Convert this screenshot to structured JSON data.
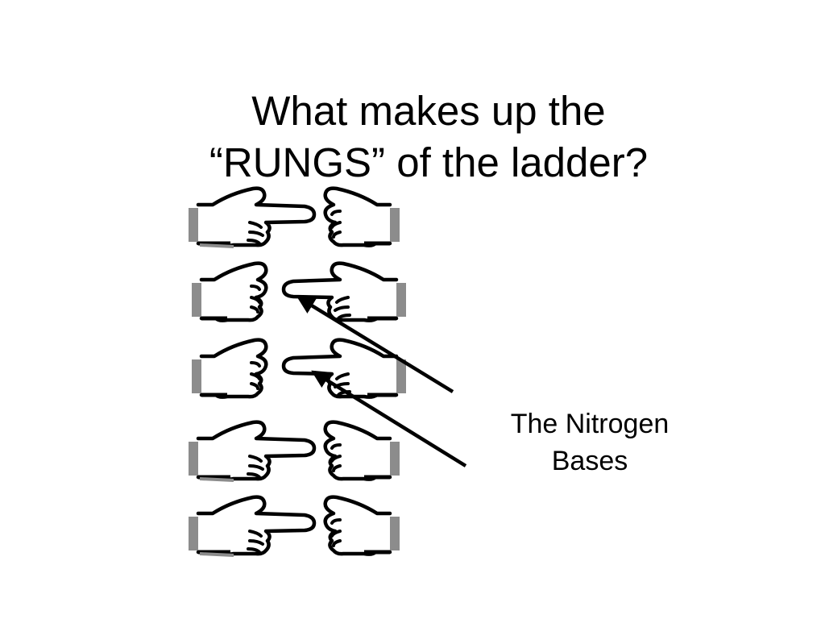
{
  "slide": {
    "title_line1": "What makes up the",
    "title_line2": "“RUNGS” of the ladder?",
    "callout_line1": "The Nitrogen",
    "callout_line2": "Bases",
    "illustration": "pointing-hands-rungs-icon"
  },
  "colors": {
    "background": "#ffffff",
    "ink": "#000000",
    "hand_shadow": "#8c8c8c"
  }
}
